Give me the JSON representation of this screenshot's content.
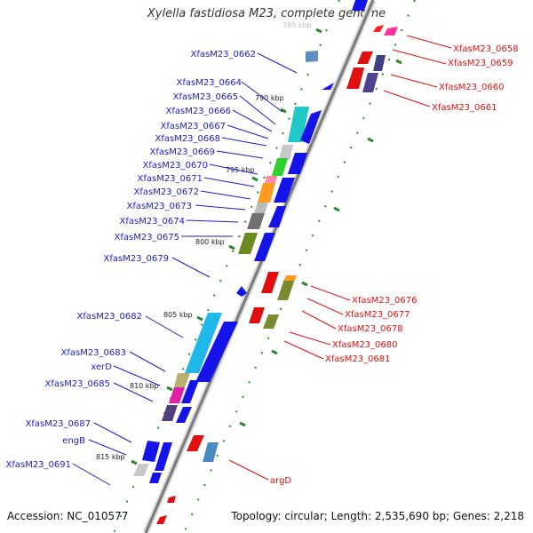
{
  "title": "Xylella fastidiosa M23, complete genome",
  "footer": {
    "accession": "Accession: NC_010577",
    "summary": "Topology: circular; Length: 2,535,690 bp; Genes: 2,218"
  },
  "colors": {
    "forward_label": "#1c1cd0",
    "reverse_label": "#e01010",
    "backbone": "#888888",
    "tick_dots": "#2a8a2a"
  },
  "kbp_ticks": [
    {
      "label": "785 kbp"
    },
    {
      "label": "790 kbp"
    },
    {
      "label": "795 kbp"
    },
    {
      "label": "800 kbp"
    },
    {
      "label": "805 kbp"
    },
    {
      "label": "810 kbp"
    },
    {
      "label": "815 kbp"
    }
  ],
  "forward_genes": [
    {
      "label": "XfasM23_0662"
    },
    {
      "label": "XfasM23_0664"
    },
    {
      "label": "XfasM23_0665"
    },
    {
      "label": "XfasM23_0666"
    },
    {
      "label": "XfasM23_0667"
    },
    {
      "label": "XfasM23_0668"
    },
    {
      "label": "XfasM23_0669"
    },
    {
      "label": "XfasM23_0670"
    },
    {
      "label": "XfasM23_0671"
    },
    {
      "label": "XfasM23_0672"
    },
    {
      "label": "XfasM23_0673"
    },
    {
      "label": "XfasM23_0674"
    },
    {
      "label": "XfasM23_0675"
    },
    {
      "label": "XfasM23_0679"
    },
    {
      "label": "XfasM23_0682"
    },
    {
      "label": "XfasM23_0683"
    },
    {
      "label": "xerD"
    },
    {
      "label": "XfasM23_0685"
    },
    {
      "label": "XfasM23_0687"
    },
    {
      "label": "engB"
    },
    {
      "label": "XfasM23_0691"
    }
  ],
  "reverse_genes": [
    {
      "label": "XfasM23_0658"
    },
    {
      "label": "XfasM23_0659"
    },
    {
      "label": "XfasM23_0660"
    },
    {
      "label": "XfasM23_0661"
    },
    {
      "label": "XfasM23_0676"
    },
    {
      "label": "XfasM23_0677"
    },
    {
      "label": "XfasM23_0678"
    },
    {
      "label": "XfasM23_0680"
    },
    {
      "label": "XfasM23_0681"
    },
    {
      "label": "argD"
    }
  ]
}
